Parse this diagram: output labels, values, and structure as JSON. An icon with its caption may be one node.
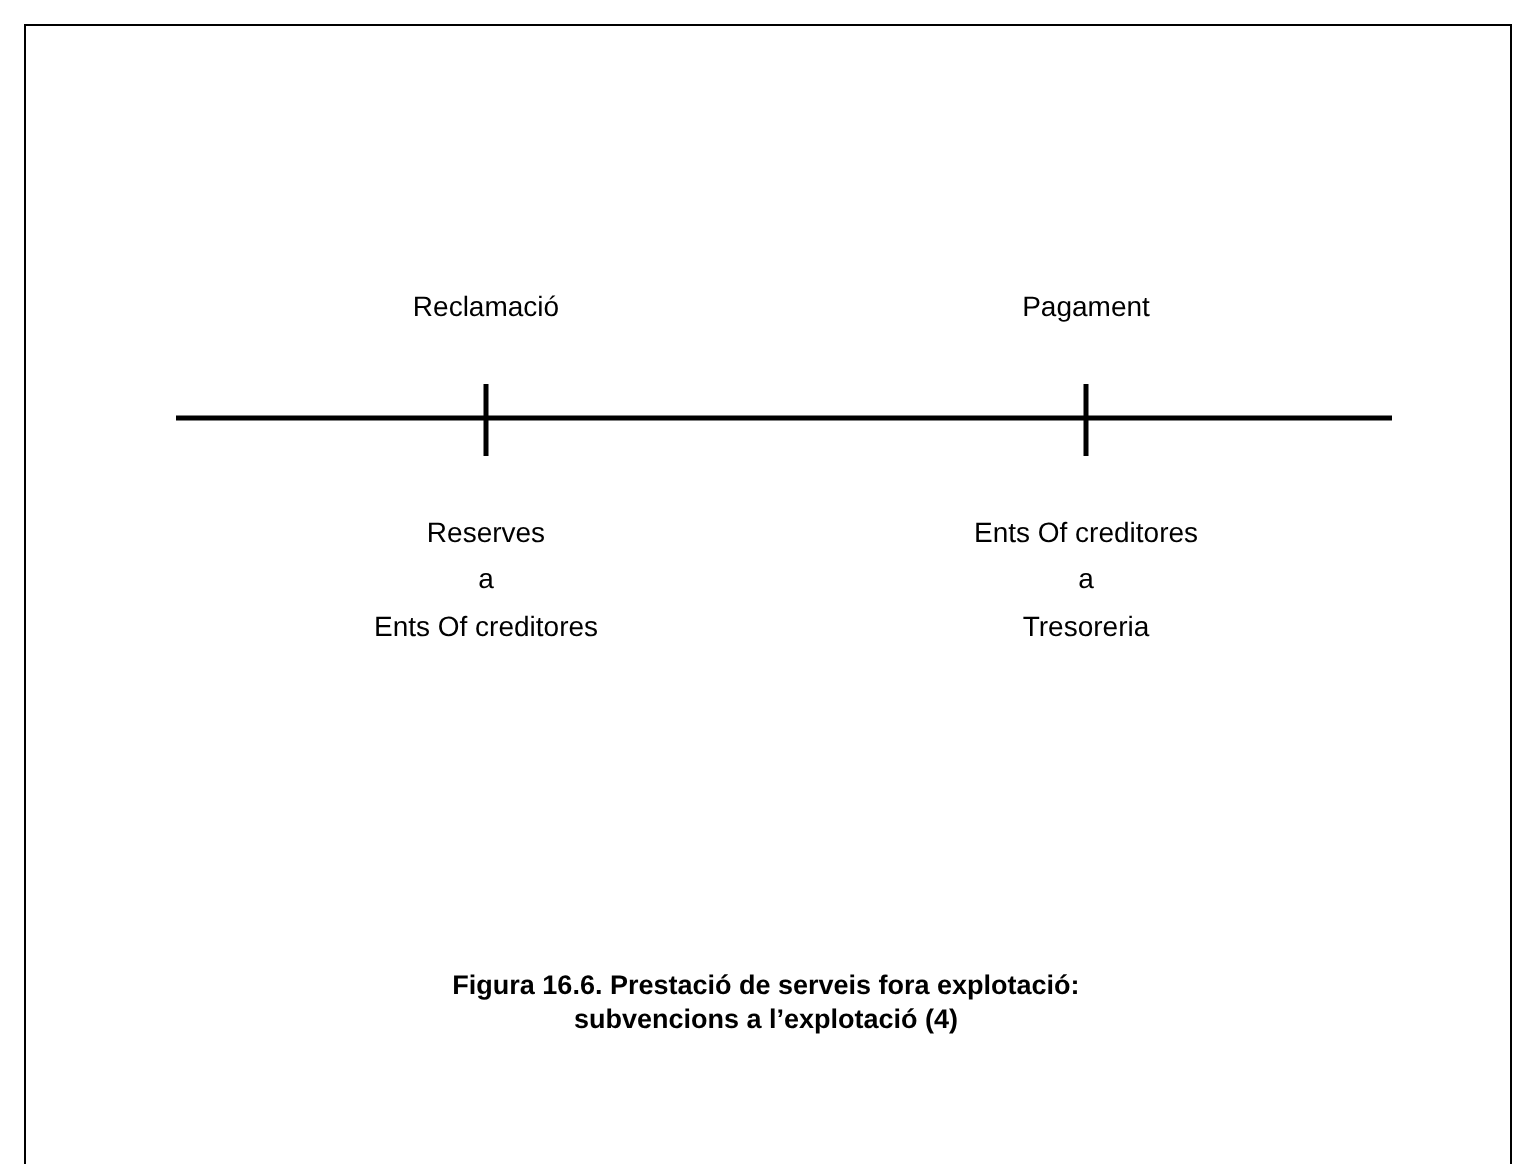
{
  "diagram": {
    "caption": "Figura 16.6. Prestació de serveis fora explotació: subvencions a l’explotació (4)",
    "labels": [
      "Reclamació",
      "Pagament",
      "Reserves",
      "Ents Of creditores",
      "a",
      "a",
      "Ents Of creditores",
      "Tresoreria"
    ]
  }
}
